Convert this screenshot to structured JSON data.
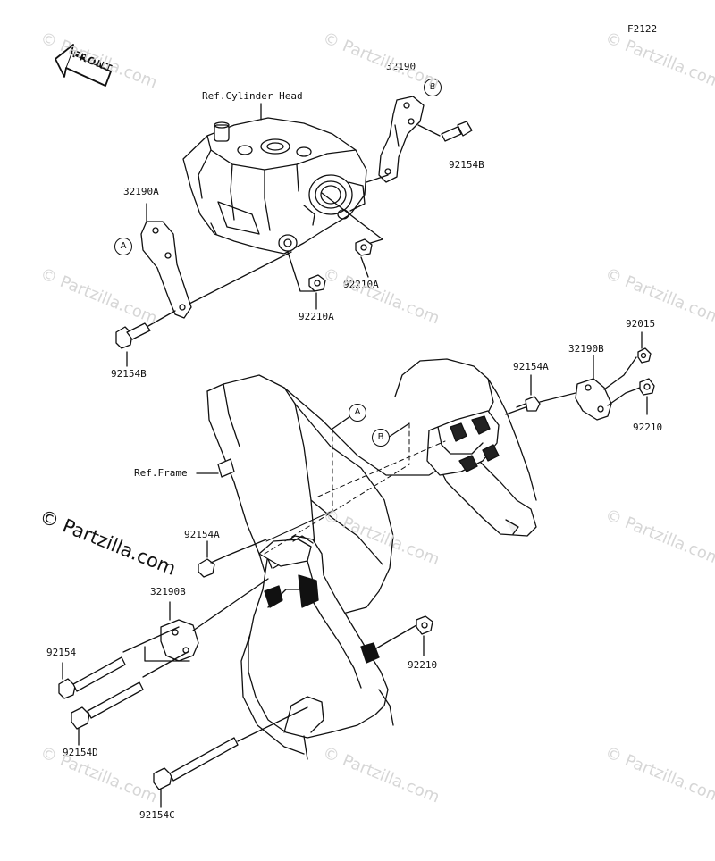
{
  "figure_code": "F2122",
  "front_arrow_label": "FRONT",
  "watermark": "© Partzilla.com",
  "references": {
    "cylinder_head": "Ref.Cylinder Head",
    "frame": "Ref.Frame"
  },
  "callouts": {
    "a": "A",
    "b": "B"
  },
  "parts": {
    "bracket_upper_right": "32190",
    "bolt_upper_right": "92154B",
    "bracket_upper_left": "32190A",
    "nut_cyl_right": "92210A",
    "nut_cyl_left": "92210A",
    "bolt_upper_left": "92154B",
    "nut_top_far": "92015",
    "bracket_right": "32190B",
    "bolt_right": "92154A",
    "nut_right": "92210",
    "bolt_left_mid": "92154A",
    "bracket_left_lower": "32190B",
    "bolt_long_top": "92154",
    "bolt_long_mid": "92154D",
    "nut_lower_center": "92210",
    "bolt_long_bottom": "92154C"
  }
}
